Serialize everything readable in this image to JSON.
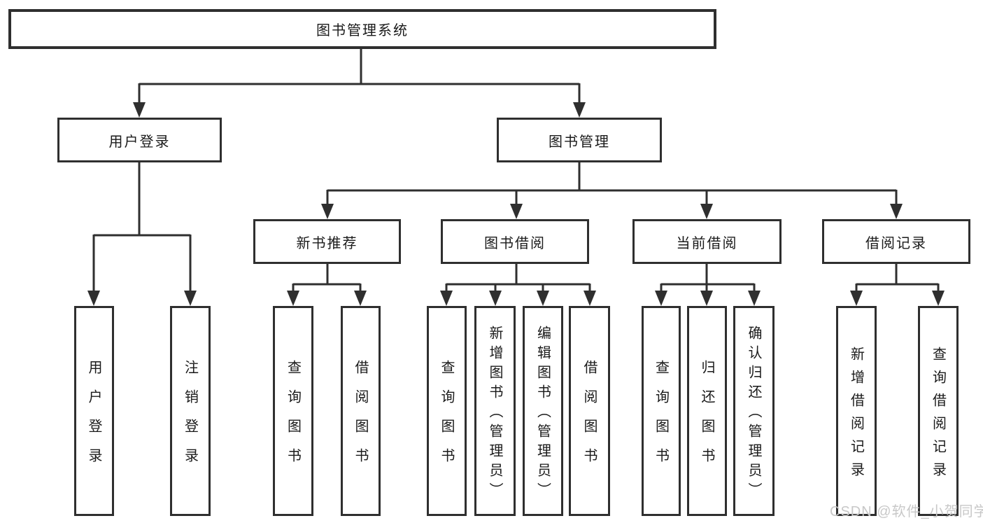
{
  "diagram": {
    "root": "图书管理系统",
    "branches": [
      {
        "label": "用户登录",
        "children": [
          "用户登录",
          "注销登录"
        ]
      },
      {
        "label": "图书管理",
        "children": [
          {
            "label": "新书推荐",
            "children": [
              "查询图书",
              "借阅图书"
            ]
          },
          {
            "label": "图书借阅",
            "children": [
              "查询图书",
              "新增图书（管理员）",
              "编辑图书（管理员）",
              "借阅图书"
            ]
          },
          {
            "label": "当前借阅",
            "children": [
              "查询图书",
              "归还图书",
              "确认归还（管理员）"
            ]
          },
          {
            "label": "借阅记录",
            "children": [
              "新增借阅记录",
              "查询借阅记录"
            ]
          }
        ]
      }
    ]
  },
  "watermark": "CSDN @软件_小贺同学",
  "colors": {
    "line": "#2f2f2f",
    "box_background": "#ffffff",
    "text": "#1a1a1a",
    "watermark": "#c8c8c8"
  }
}
